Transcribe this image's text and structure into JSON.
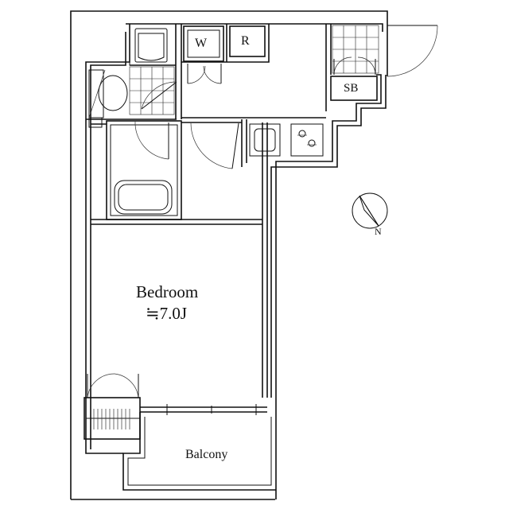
{
  "rooms": {
    "bedroom_name": "Bedroom",
    "bedroom_area": "≒7.0J",
    "balcony": "Balcony"
  },
  "fixtures": {
    "washer": "W",
    "refrigerator": "R",
    "shoe_box": "SB"
  },
  "compass": {
    "north": "N"
  }
}
